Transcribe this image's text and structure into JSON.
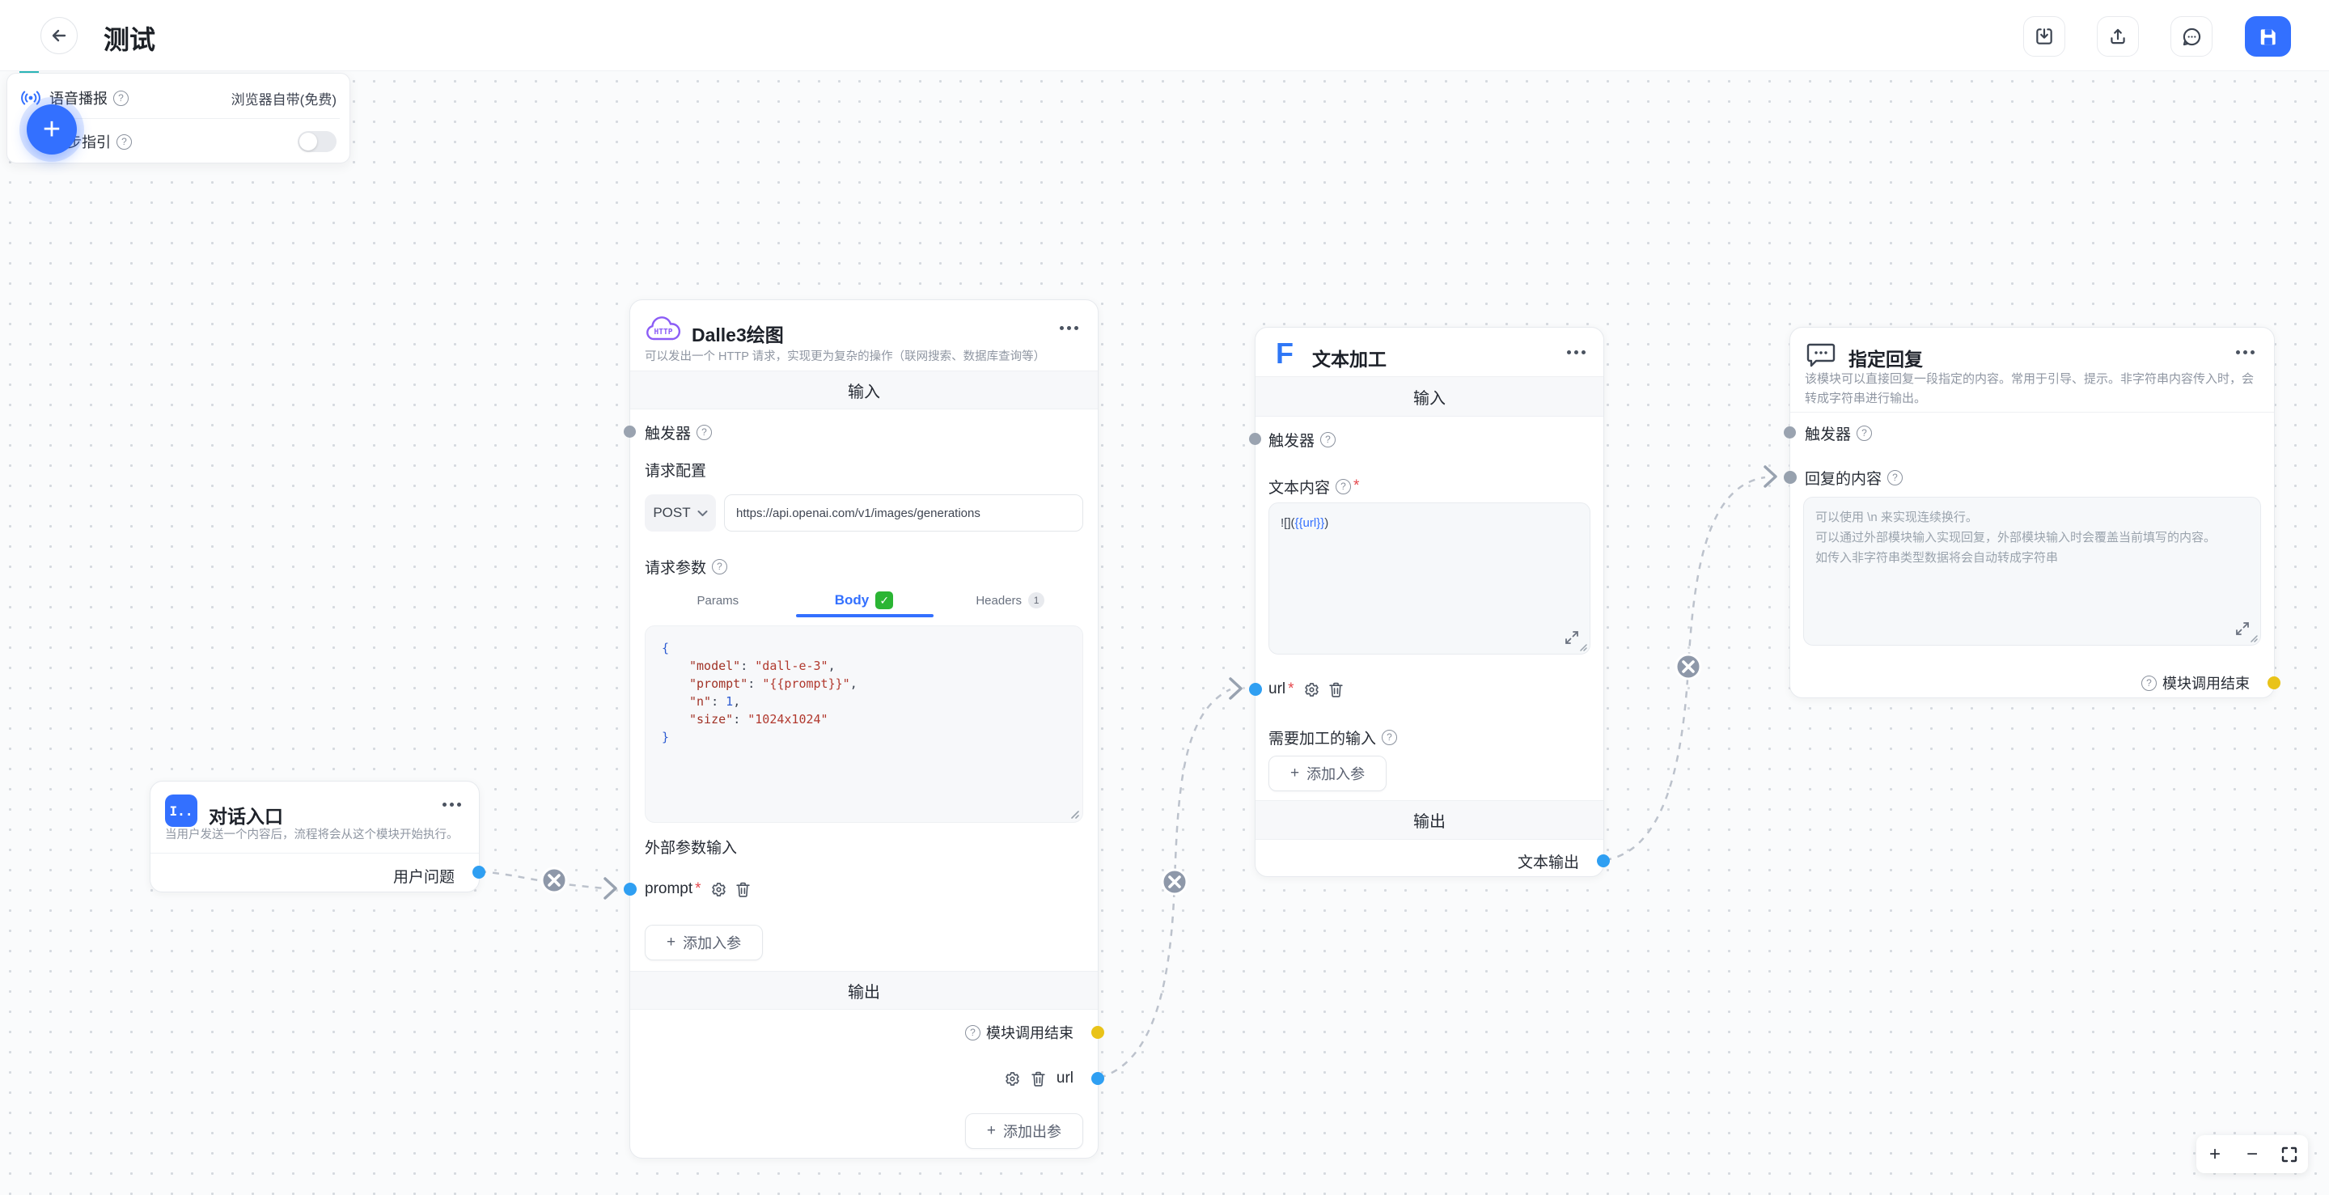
{
  "header": {
    "title": "测试"
  },
  "ui": {
    "plus": "+",
    "minus": "−",
    "check": "✓",
    "help": "?",
    "required": "*"
  },
  "common": {
    "input": "输入",
    "output": "输出",
    "trigger": "触发器",
    "add_input": "添加入参",
    "add_output": "添加出参",
    "module_end": "模块调用结束"
  },
  "settings_panel": {
    "voice_label": "语音播报",
    "voice_value": "浏览器自带(免费)",
    "guide_label": "步指引"
  },
  "nodes": {
    "entry": {
      "title": "对话入口",
      "icon_text": "I..",
      "desc": "当用户发送一个内容后，流程将会从这个模块开始执行。",
      "output_label": "用户问题"
    },
    "dalle": {
      "title": "Dalle3绘图",
      "icon_text": "HTTP",
      "desc": "可以发出一个 HTTP 请求，实现更为复杂的操作（联网搜索、数据库查询等）",
      "request_config": "请求配置",
      "method": "POST",
      "url": "https://api.openai.com/v1/images/generations",
      "request_params": "请求参数",
      "tabs": {
        "params": "Params",
        "body": "Body",
        "headers": "Headers",
        "headers_count": "1"
      },
      "external_params": "外部参数输入",
      "param_prompt": "prompt",
      "output_url": "url"
    },
    "text_process": {
      "title": "文本加工",
      "icon_text": "F",
      "content_label": "文本内容",
      "content_prefix": "![](",
      "content_var": "{{url}}",
      "content_suffix": ")",
      "param_url": "url",
      "process_input_label": "需要加工的输入",
      "text_output": "文本输出"
    },
    "reply": {
      "title": "指定回复",
      "desc": "该模块可以直接回复一段指定的内容。常用于引导、提示。非字符串内容传入时，会转成字符串进行输出。",
      "content_label": "回复的内容",
      "placeholder_lines": [
        "可以使用 \\n 来实现连续换行。",
        "可以通过外部模块输入实现回复，外部模块输入时会覆盖当前填写的内容。",
        "如传入非字符串类型数据将会自动转成字符串"
      ]
    }
  },
  "code": {
    "open": "{",
    "close": "}",
    "lines": [
      {
        "key": "\"model\"",
        "sep": ": ",
        "val": "\"dall-e-3\"",
        "end": ","
      },
      {
        "key": "\"prompt\"",
        "sep": ": ",
        "val": "\"{{prompt}}\"",
        "end": ","
      },
      {
        "key": "\"n\"",
        "sep": ": ",
        "num": "1",
        "end": ","
      },
      {
        "key": "\"size\"",
        "sep": ": ",
        "val": "\"1024x1024\"",
        "end": ""
      }
    ]
  }
}
